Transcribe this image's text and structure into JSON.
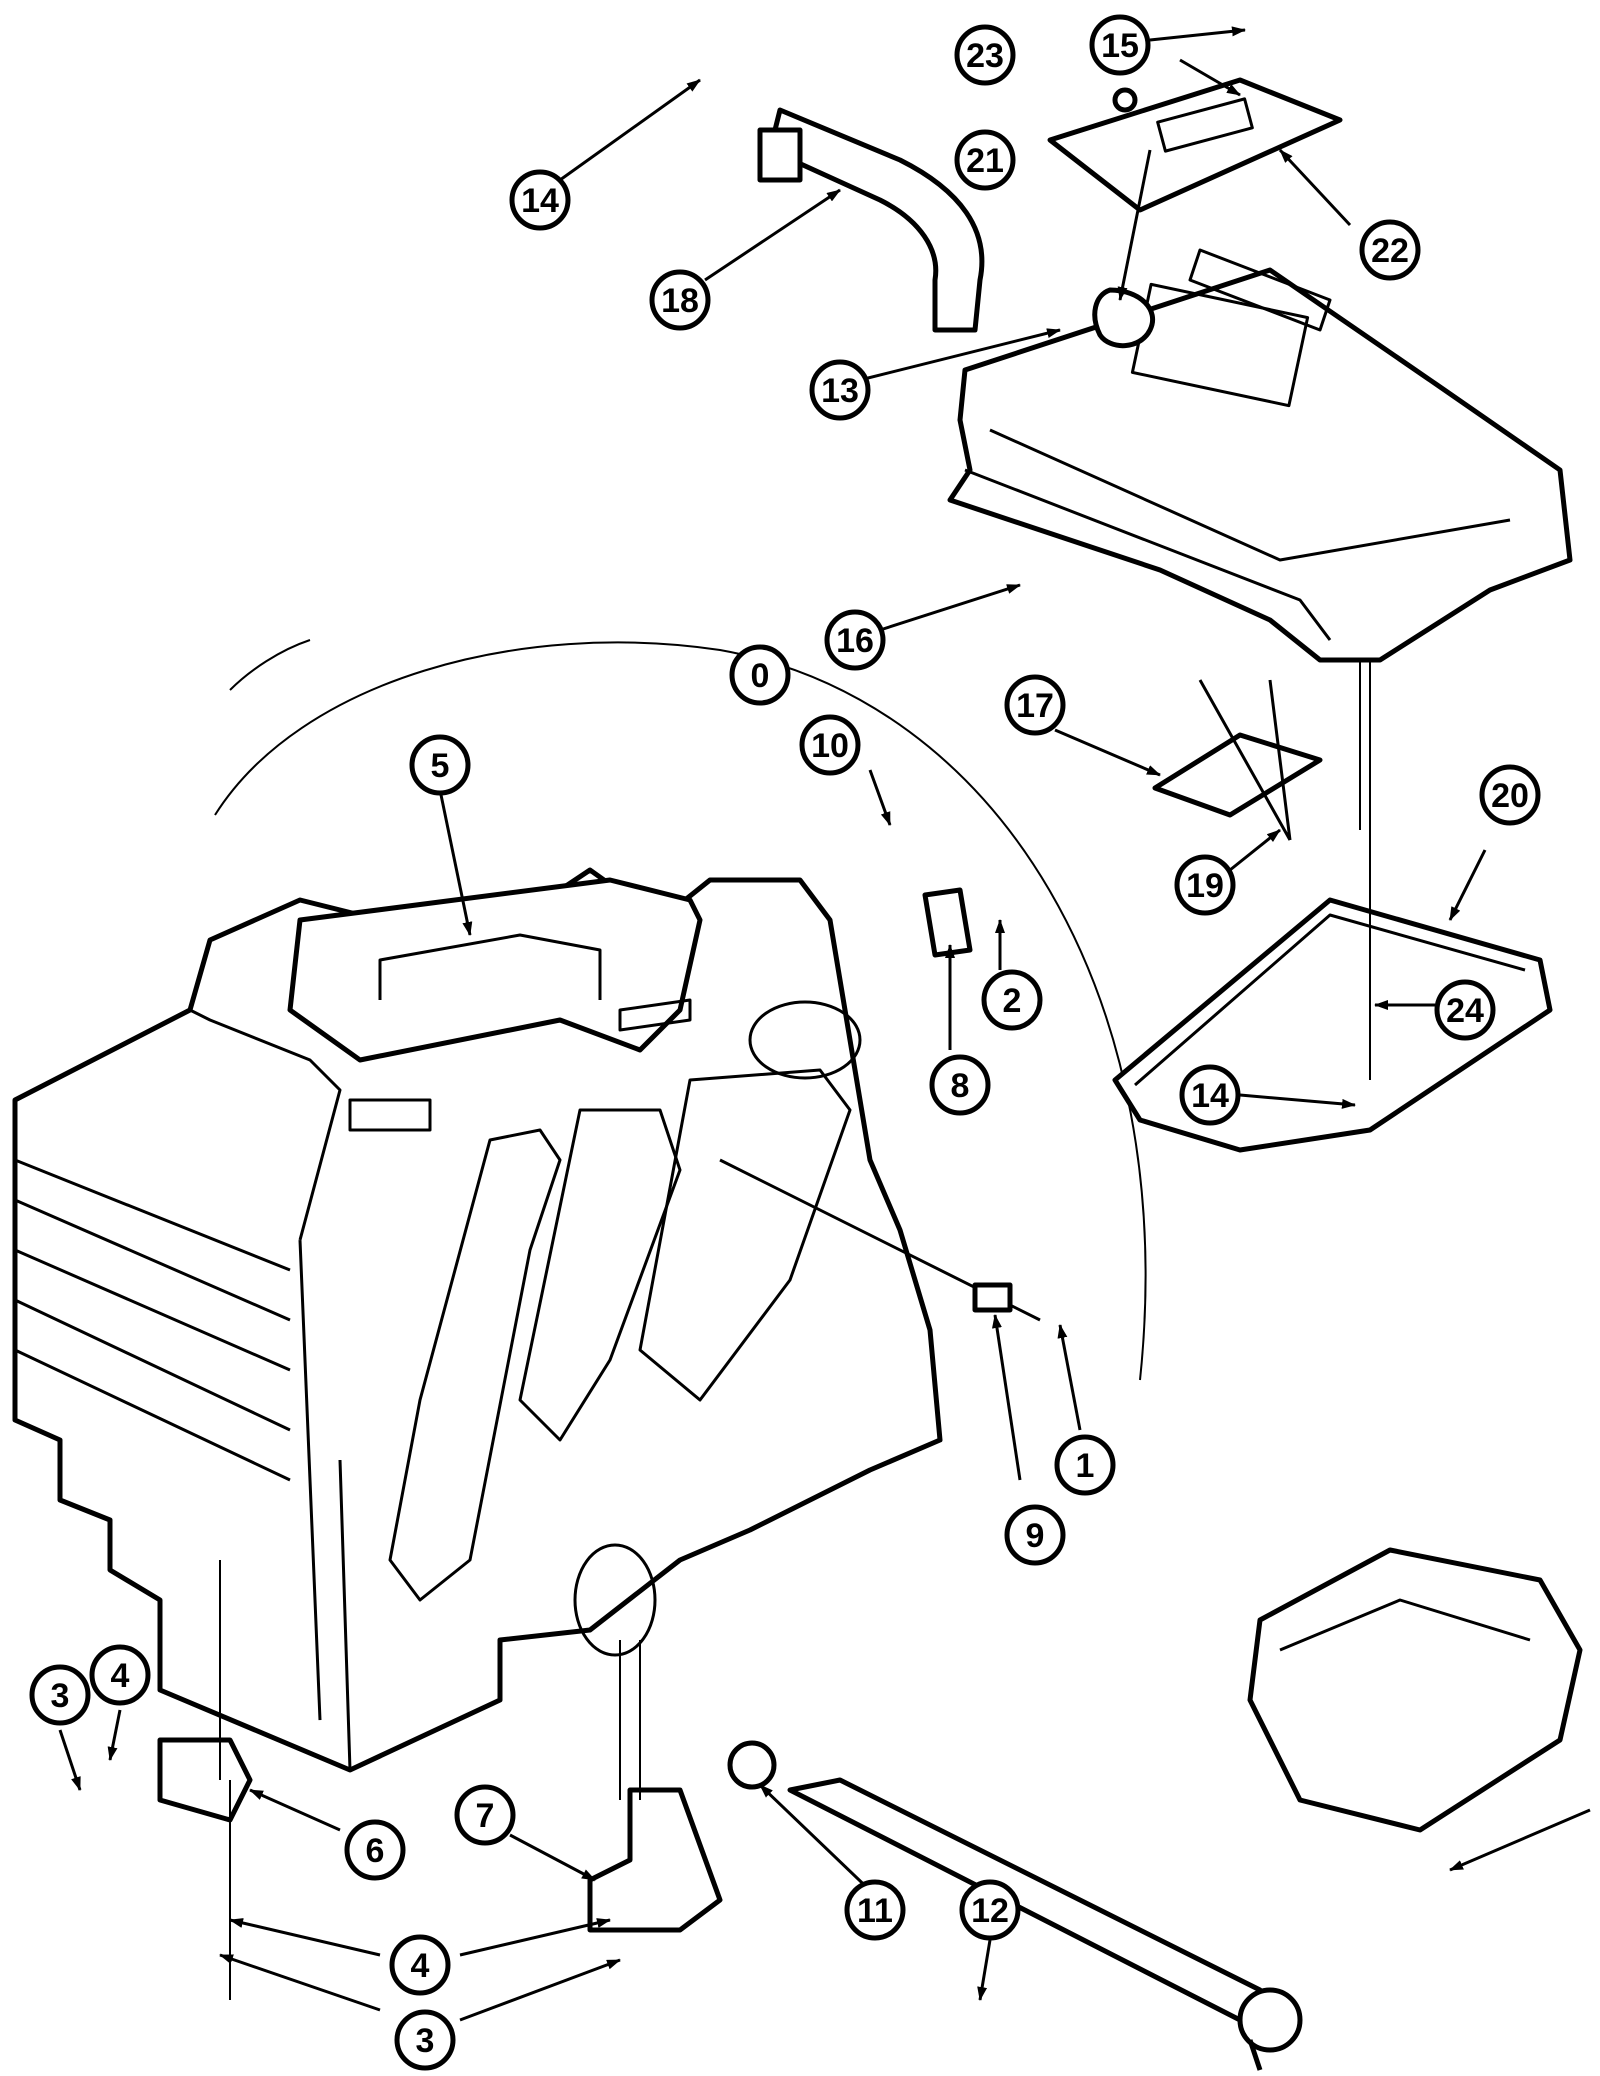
{
  "diagram": {
    "callouts": [
      {
        "id": "c0",
        "label": "0"
      },
      {
        "id": "c1",
        "label": "1"
      },
      {
        "id": "c2",
        "label": "2"
      },
      {
        "id": "c3a",
        "label": "3"
      },
      {
        "id": "c3b",
        "label": "3"
      },
      {
        "id": "c4a",
        "label": "4"
      },
      {
        "id": "c4b",
        "label": "4"
      },
      {
        "id": "c5",
        "label": "5"
      },
      {
        "id": "c6",
        "label": "6"
      },
      {
        "id": "c7",
        "label": "7"
      },
      {
        "id": "c8",
        "label": "8"
      },
      {
        "id": "c9",
        "label": "9"
      },
      {
        "id": "c10",
        "label": "10"
      },
      {
        "id": "c11",
        "label": "11"
      },
      {
        "id": "c12",
        "label": "12"
      },
      {
        "id": "c13",
        "label": "13"
      },
      {
        "id": "c14a",
        "label": "14"
      },
      {
        "id": "c14b",
        "label": "14"
      },
      {
        "id": "c15",
        "label": "15"
      },
      {
        "id": "c16",
        "label": "16"
      },
      {
        "id": "c17",
        "label": "17"
      },
      {
        "id": "c18",
        "label": "18"
      },
      {
        "id": "c19",
        "label": "19"
      },
      {
        "id": "c20",
        "label": "20"
      },
      {
        "id": "c21",
        "label": "21"
      },
      {
        "id": "c22",
        "label": "22"
      },
      {
        "id": "c23",
        "label": "23"
      },
      {
        "id": "c24",
        "label": "24"
      }
    ]
  }
}
